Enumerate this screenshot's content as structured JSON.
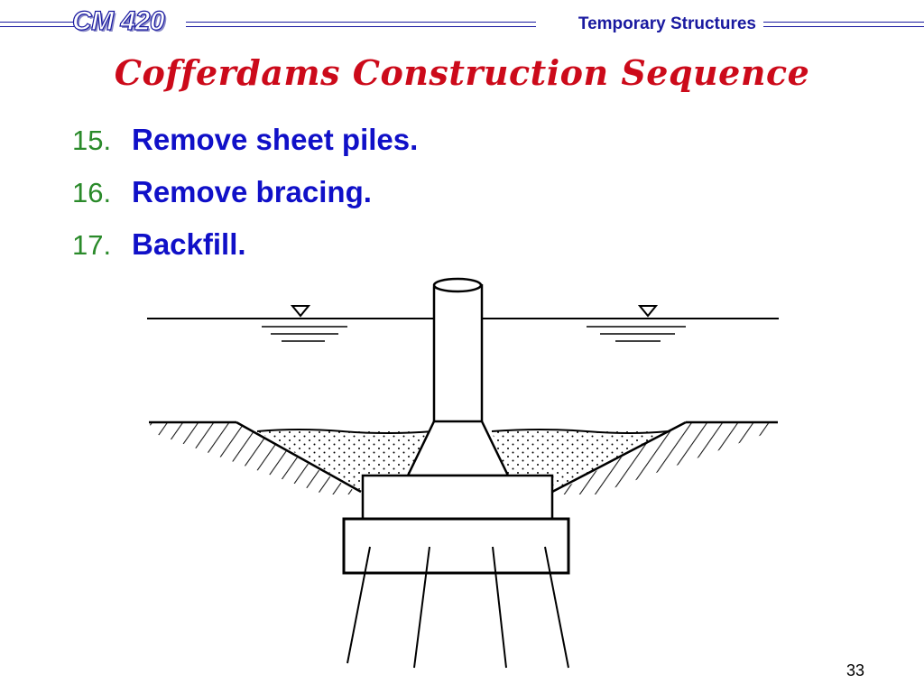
{
  "header": {
    "course_code": "CM 420",
    "course_title": "Temporary Structures"
  },
  "slide": {
    "title": "Cofferdams Construction Sequence",
    "steps": [
      {
        "number": "15.",
        "text": "Remove sheet piles."
      },
      {
        "number": "16.",
        "text": "Remove bracing."
      },
      {
        "number": "17.",
        "text": "Backfill."
      }
    ],
    "page_number": "33"
  },
  "colors": {
    "title_red": "#cc0a1a",
    "step_number_green": "#2a8a2a",
    "step_text_blue": "#1010c8",
    "header_blue": "#1a1aa0"
  },
  "figure": {
    "icons": [
      "water-level-triangle-icon",
      "water-level-triangle-icon"
    ]
  }
}
